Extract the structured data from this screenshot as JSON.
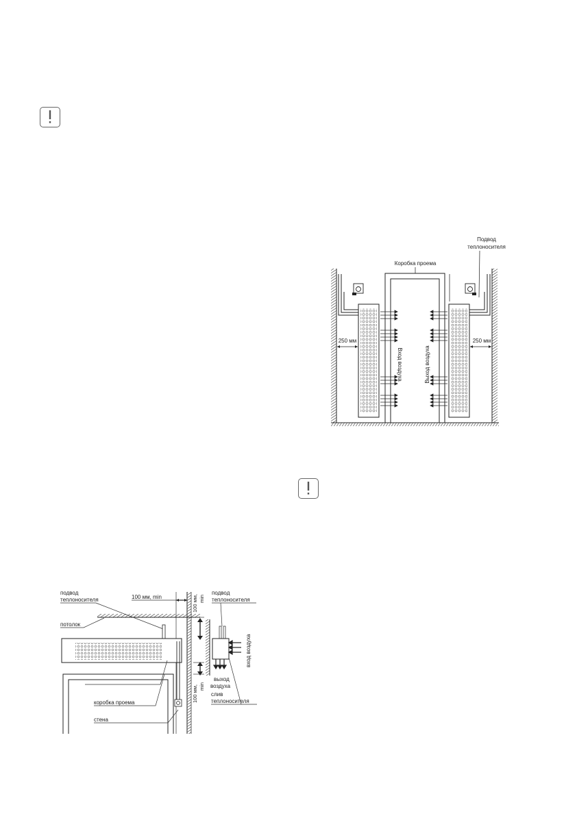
{
  "warning_icon_1": {
    "icon": "exclamation-icon"
  },
  "warning_icon_2": {
    "icon": "exclamation-icon"
  },
  "figure_1": {
    "label_supply": [
      "Подвод",
      "теплоносителя"
    ],
    "label_box": "Коробка проема",
    "label_inlet": "Вход воздуха",
    "label_outlet": "Выход воздуха",
    "dim_left": "250 мм",
    "dim_right": "250 мм"
  },
  "figure_2": {
    "label_supply_left": [
      "подвод",
      "теплоносителя"
    ],
    "label_ceiling": "потолок",
    "label_box": "коробка проема",
    "label_wall": "стена",
    "dim_top_gap": "100 мм, min",
    "dim_vertical_top": [
      "100 мм,",
      "min"
    ],
    "dim_vertical_bottom": [
      "100 мм,",
      "min"
    ],
    "label_supply_right": [
      "подвод",
      "теплоносителя"
    ],
    "label_air_in": "вход воздуха",
    "label_air_out": [
      "выход",
      "воздуха"
    ],
    "label_drain": [
      "слив",
      "теплоносителя"
    ]
  }
}
